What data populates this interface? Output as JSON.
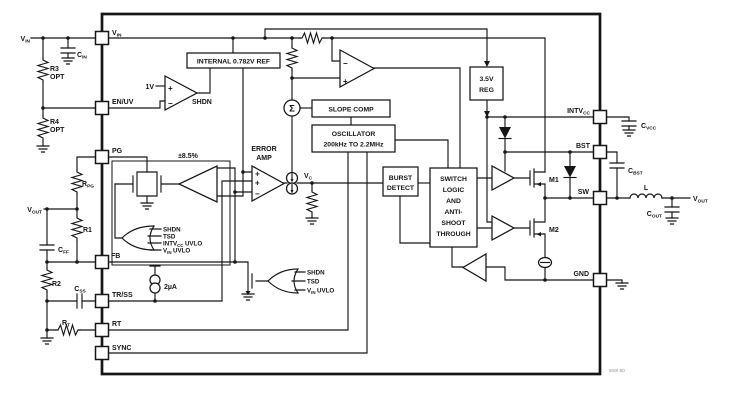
{
  "figure": {
    "caption": "8609 BD"
  },
  "pins": {
    "vin": {
      "base": "V",
      "sub": "IN"
    },
    "en_uv": "EN/UV",
    "pg": "PG",
    "fb": "FB",
    "trss": "TR/SS",
    "rt": "RT",
    "sync": "SYNC",
    "intvcc": {
      "base": "INTV",
      "sub": "CC"
    },
    "bst": "BST",
    "sw": "SW",
    "gnd": "GND"
  },
  "external": {
    "vin_label": {
      "base": "V",
      "sub": "IN"
    },
    "cin": {
      "base": "C",
      "sub": "IN"
    },
    "r3": "R3",
    "r3_qual": "OPT",
    "r4": "R4",
    "r4_qual": "OPT",
    "rpg": {
      "base": "R",
      "sub": "PG"
    },
    "vout_label": {
      "base": "V",
      "sub": "OUT"
    },
    "r1": "R1",
    "cff": {
      "base": "C",
      "sub": "FF"
    },
    "r2": "R2",
    "css": {
      "base": "C",
      "sub": "SS"
    },
    "rt_res": {
      "base": "R",
      "sub": "T"
    },
    "cvcc": {
      "base": "C",
      "sub": "VCC"
    },
    "cbst": {
      "base": "C",
      "sub": "BST"
    },
    "inductor": "L",
    "cout": {
      "base": "C",
      "sub": "OUT"
    },
    "vout_right": {
      "base": "V",
      "sub": "OUT"
    }
  },
  "blocks": {
    "ref": "INTERNAL 0.782V REF",
    "reg": {
      "line1": "3.5V",
      "line2": "REG"
    },
    "slope": "SLOPE COMP",
    "osc": {
      "line1": "OSCILLATOR",
      "line2": "200kHz TO 2.2MHz"
    },
    "burst": {
      "line1": "BURST",
      "line2": "DETECT"
    },
    "logic": {
      "lines": [
        "SWITCH",
        "LOGIC",
        "AND",
        "ANTI-",
        "SHOOT",
        "THROUGH"
      ]
    }
  },
  "internal": {
    "one_volt": "1V",
    "shdn": "SHDN",
    "error_amp": {
      "line1": "ERROR",
      "line2": "AMP"
    },
    "pm85": "±8.5%",
    "vc": {
      "base": "V",
      "sub": "C"
    },
    "sigma": "Σ",
    "iss": "2µA",
    "m1": "M1",
    "m2": "M2",
    "plus": "+",
    "minus": "−"
  },
  "gates": {
    "or1": {
      "in1": "SHDN",
      "in2": "TSD",
      "in3": {
        "base": "INTV",
        "sub": "CC",
        "tail": "UVLO"
      },
      "in4": {
        "base": "V",
        "sub": "IN",
        "tail": "UVLO"
      }
    },
    "or2": {
      "in1": "SHDN",
      "in2": "TSD",
      "in3": {
        "base": "V",
        "sub": "IN",
        "tail": "UVLO"
      }
    }
  }
}
